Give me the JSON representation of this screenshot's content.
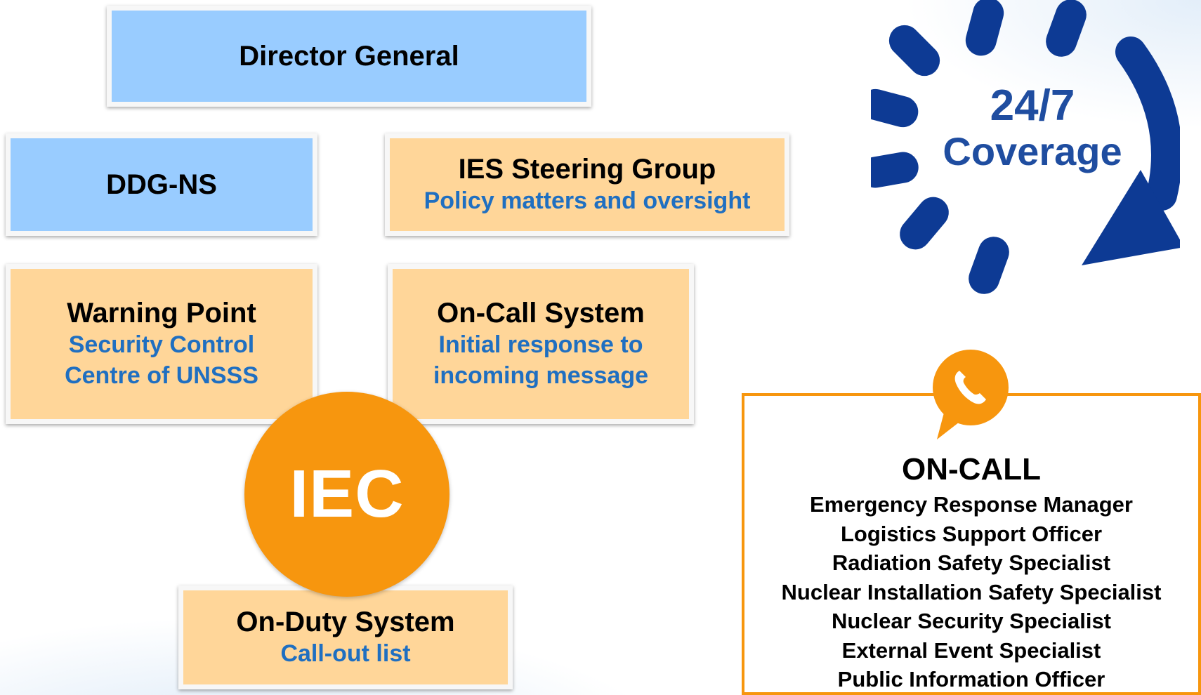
{
  "boxes": {
    "director_general": {
      "title": "Director General"
    },
    "ddg_ns": {
      "title": "DDG-NS"
    },
    "ies_steering": {
      "title": "IES Steering Group",
      "subtitle": "Policy matters and oversight"
    },
    "warning_point": {
      "title": "Warning Point",
      "subtitle_line1": "Security Control",
      "subtitle_line2": "Centre of UNSSS"
    },
    "on_call_system": {
      "title": "On-Call System",
      "subtitle_line1": "Initial response to",
      "subtitle_line2": "incoming message"
    },
    "on_duty_system": {
      "title": "On-Duty System",
      "subtitle": "Call-out list"
    }
  },
  "iec": {
    "label": "IEC"
  },
  "coverage": {
    "line1": "24/7",
    "line2": "Coverage"
  },
  "oncall": {
    "title": "ON-CALL",
    "roles": [
      "Emergency Response Manager",
      "Logistics Support Officer",
      "Radiation Safety Specialist",
      "Nuclear Installation Safety Specialist",
      "Nuclear Security Specialist",
      "External Event Specialist",
      "Public Information Officer"
    ]
  },
  "colors": {
    "blue_box": "#99ccff",
    "tan_box": "#ffd699",
    "orange": "#f7960e",
    "subtitle_blue": "#1f6fc1",
    "navy": "#1f4da0"
  },
  "icons": {
    "phone": "phone-icon",
    "cycle": "clock-cycle-arrow-icon"
  }
}
